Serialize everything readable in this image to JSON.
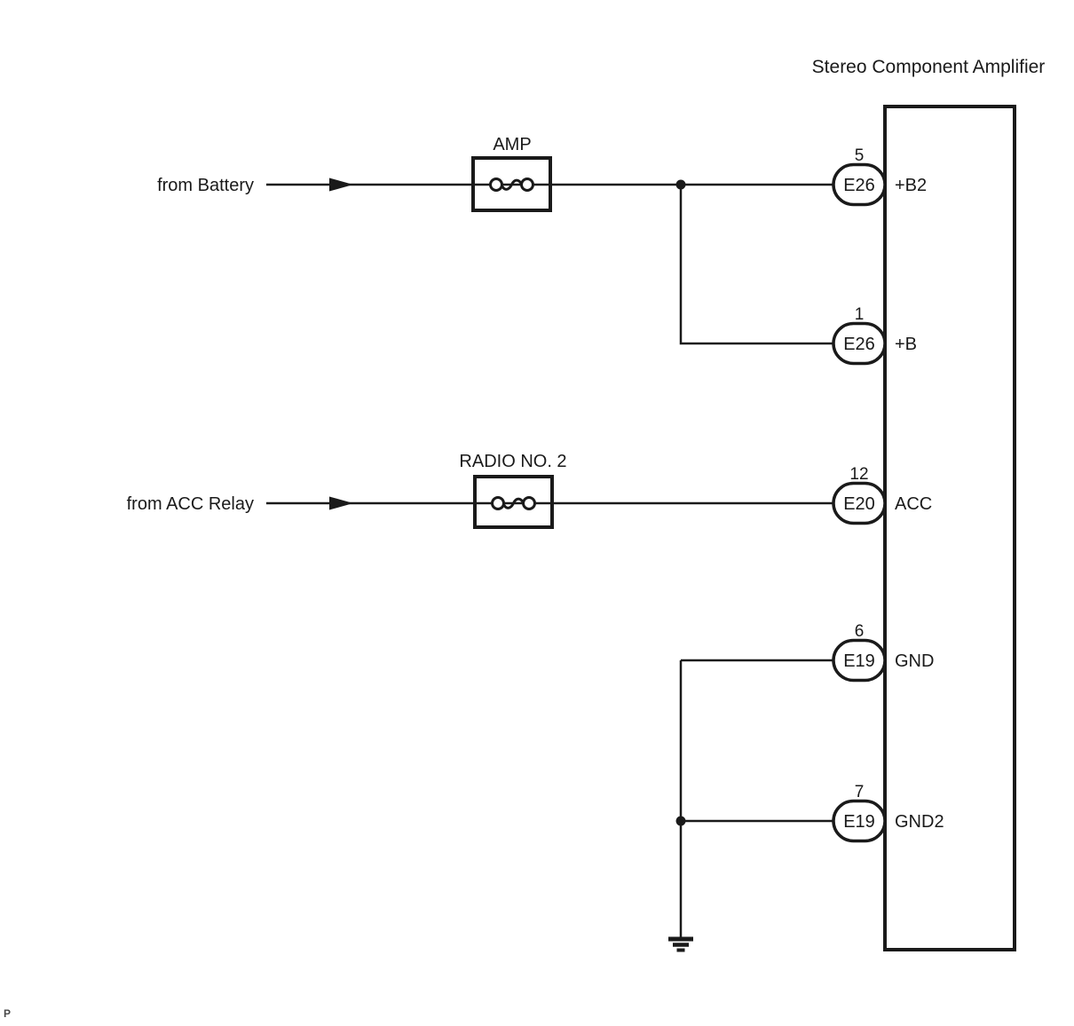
{
  "diagram": {
    "title": "Stereo Component Amplifier",
    "inputs": [
      {
        "label": "from Battery"
      },
      {
        "label": "from ACC Relay"
      }
    ],
    "fuses": [
      {
        "label": "AMP"
      },
      {
        "label": "RADIO NO. 2"
      }
    ],
    "pins": [
      {
        "number": "5",
        "connector": "E26",
        "label": "+B2"
      },
      {
        "number": "1",
        "connector": "E26",
        "label": "+B"
      },
      {
        "number": "12",
        "connector": "E20",
        "label": "ACC"
      },
      {
        "number": "6",
        "connector": "E19",
        "label": "GND"
      },
      {
        "number": "7",
        "connector": "E19",
        "label": "GND2"
      }
    ],
    "ground_symbol": "chassis-ground",
    "page_marker": "P",
    "colors": {
      "line": "#1a1a1a",
      "background": "#ffffff"
    }
  }
}
